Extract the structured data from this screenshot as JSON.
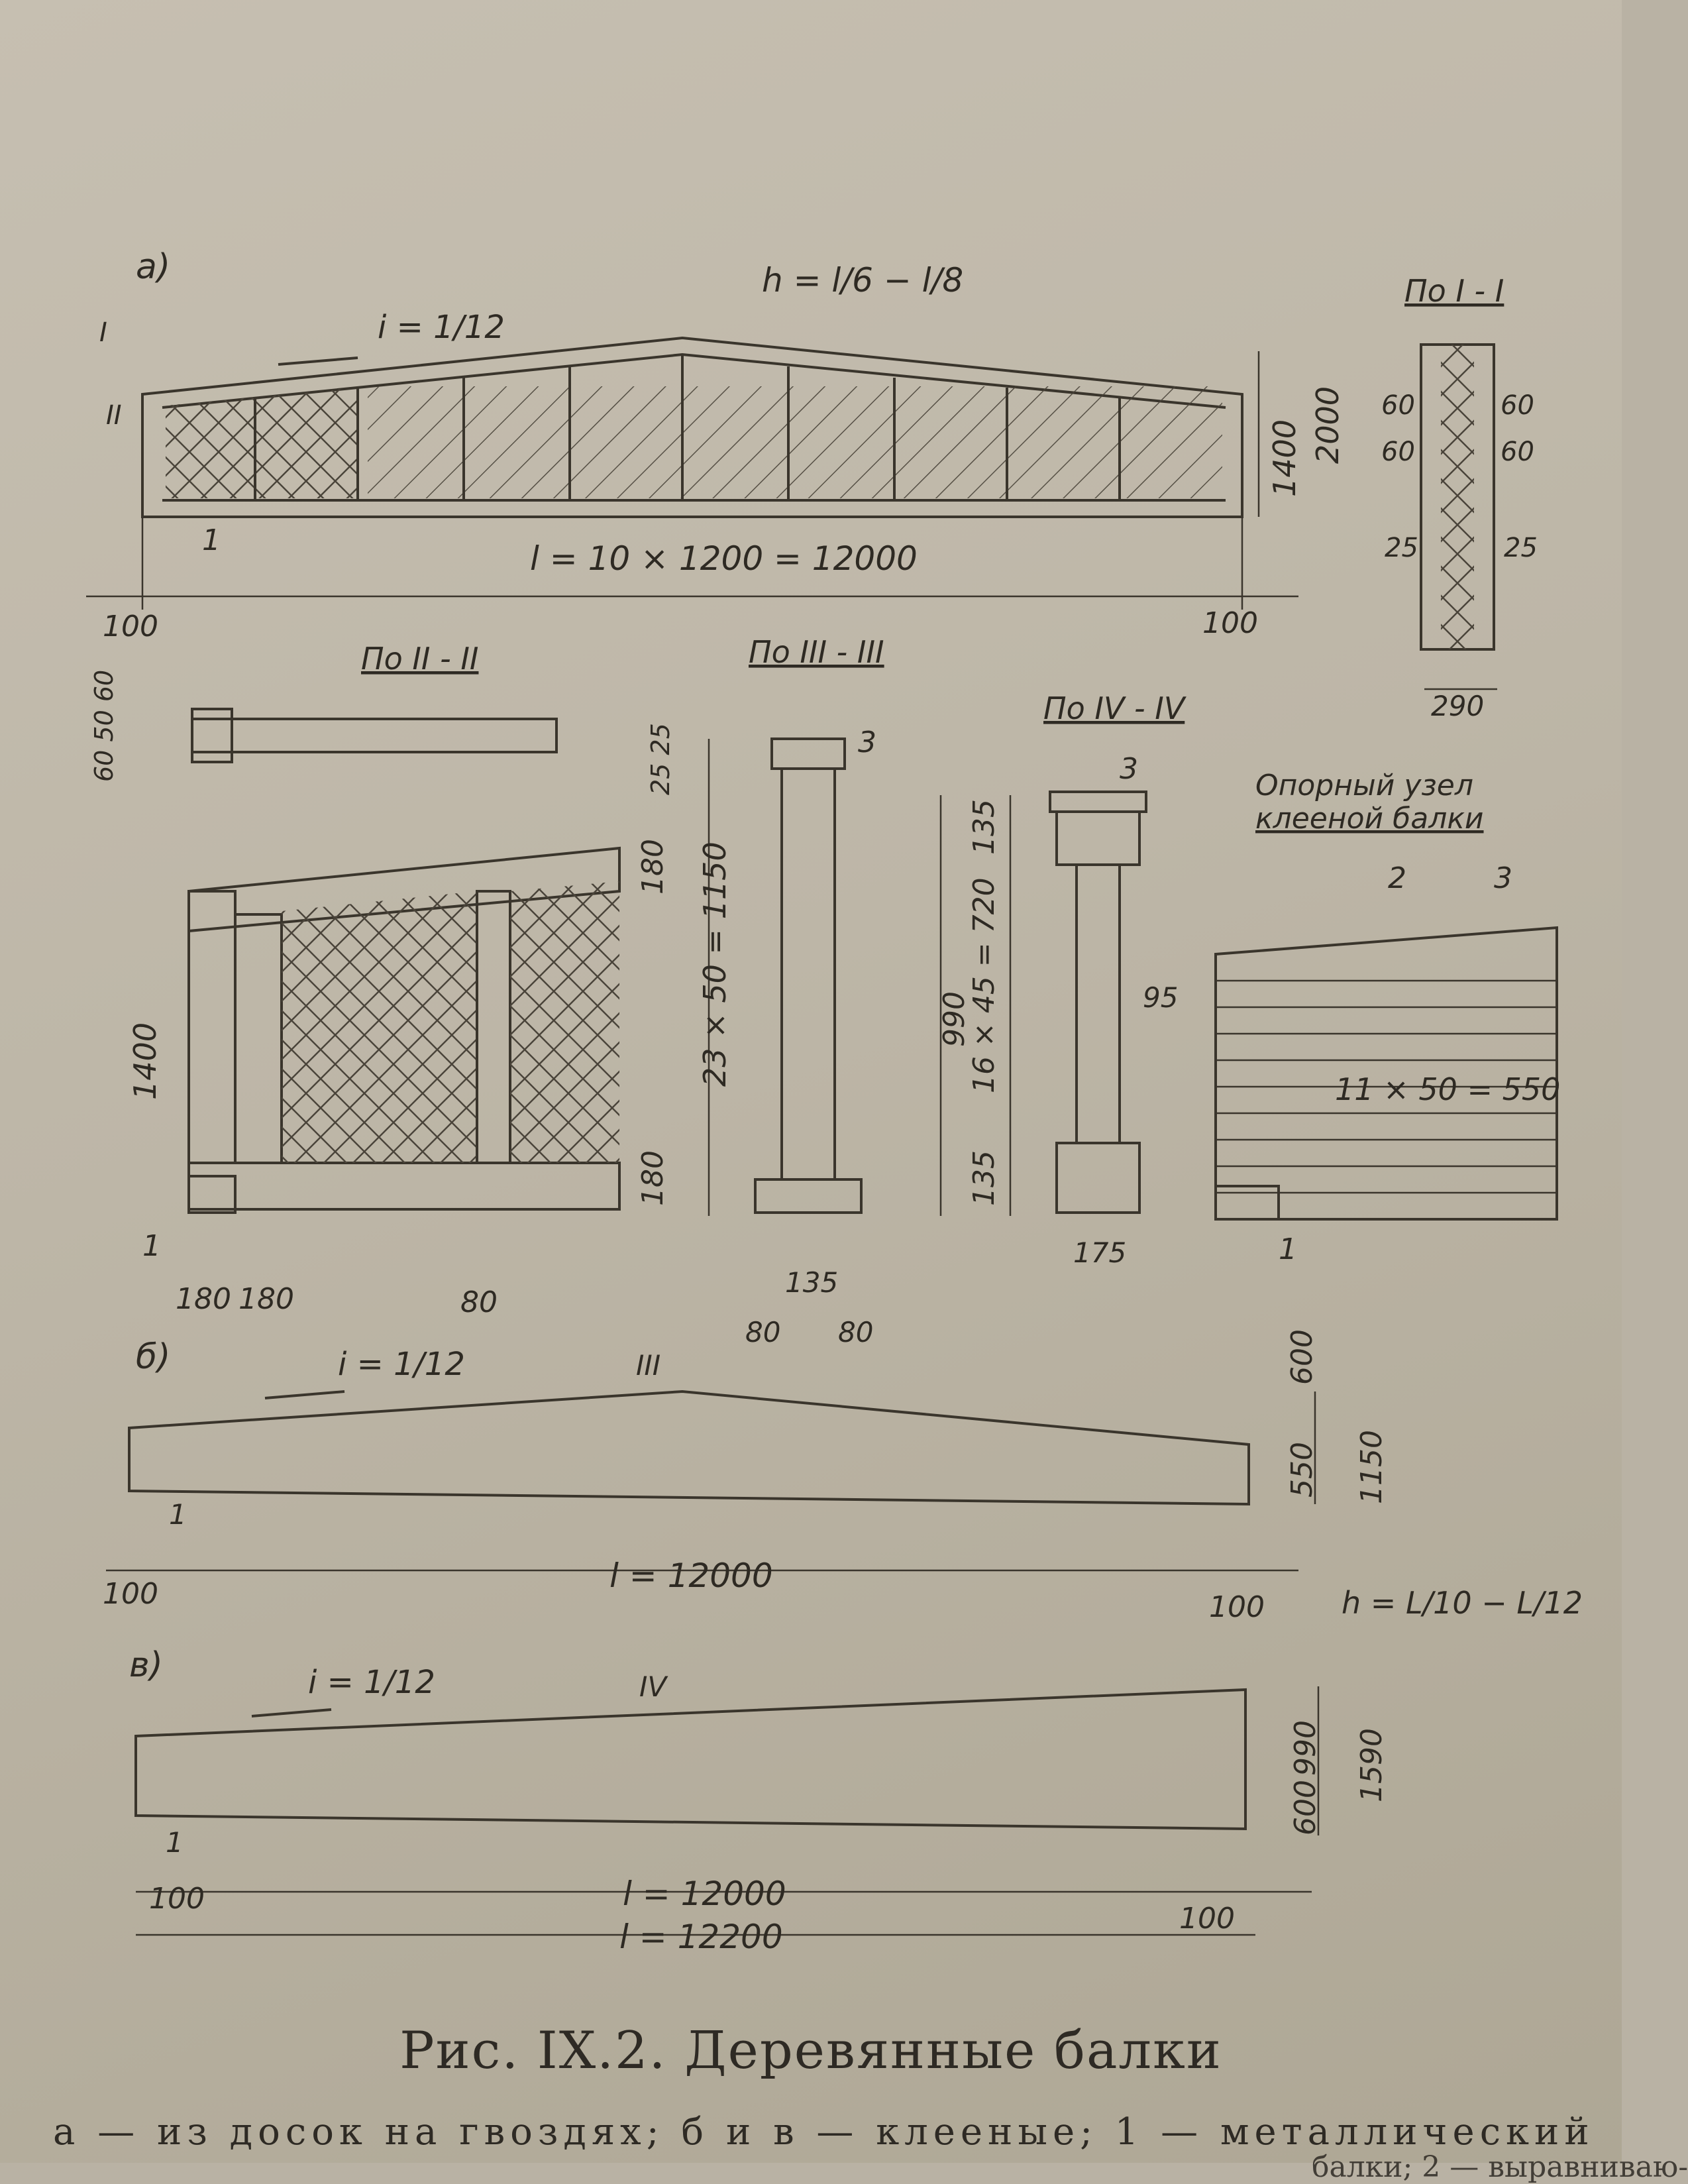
{
  "figure": {
    "caption": "Рис. IX.2. Деревянные балки",
    "legend_line": "а — из досок на гвоздях; б и в — клееные; 1 — металлический",
    "legend_cut": "балки; 2 — выравниваю-"
  },
  "drawing_a": {
    "letter": "а)",
    "slope": "i = 1/12",
    "height_formula": "h = l/6 − l/8",
    "span": "l = 10 × 1200 = 12000",
    "left_offset": "100",
    "right_offset": "100",
    "dim_1400": "1400",
    "dim_2000": "2000",
    "support_mark": "1",
    "section_I": "I",
    "section_II": "II"
  },
  "section_I": {
    "title": "По I - I",
    "dims": [
      "60",
      "60",
      "60",
      "60",
      "25",
      "25"
    ],
    "width": "290"
  },
  "section_II": {
    "title": "По II - II",
    "left_dims": "60 50 60",
    "right_dims": "25 25"
  },
  "detail_a": {
    "height": "1400",
    "top_chord": "180",
    "bottom_chord": "180",
    "bottom_dims": [
      "180",
      "180",
      "80"
    ],
    "mark": "1"
  },
  "section_III": {
    "title": "По III - III",
    "height": "23 × 50 = 1150",
    "width": "135",
    "flanges": [
      "80",
      "80"
    ],
    "mark": "3"
  },
  "section_IV": {
    "title": "По IV - IV",
    "total": "990",
    "inner": "16 × 45 = 720",
    "top": "135",
    "bottom": "135",
    "web": "95",
    "width": "175",
    "mark": "3"
  },
  "support_node": {
    "title_1": "Опорный узел",
    "title_2": "клееной балки",
    "marks": [
      "2",
      "3",
      "1"
    ],
    "height": "11 × 50 = 550"
  },
  "drawing_b": {
    "letter": "б)",
    "slope": "i = 1/12",
    "span": "l = 12000",
    "left_offset": "100",
    "right_offset": "100",
    "dim_600": "600",
    "dim_550": "550",
    "dim_1150": "1150",
    "height_formula": "h = L/10 − L/12",
    "section": "III",
    "mark": "1"
  },
  "drawing_v": {
    "letter": "в)",
    "slope": "i = 1/12",
    "span": "l = 12000",
    "total": "l = 12200",
    "left_offset": "100",
    "right_offset": "100",
    "dim_990": "990",
    "dim_600": "600",
    "dim_1590": "1590",
    "section": "IV",
    "mark": "1"
  }
}
